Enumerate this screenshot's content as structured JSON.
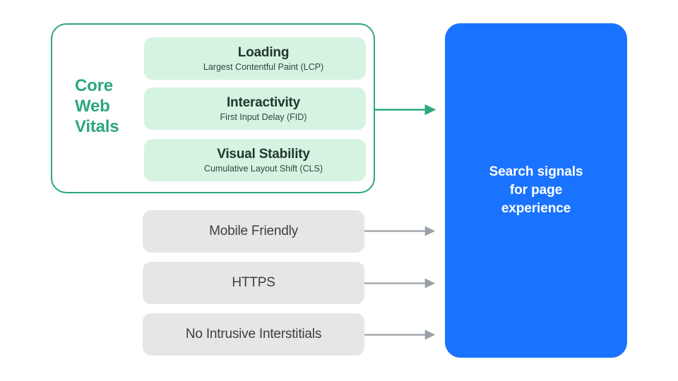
{
  "diagram": {
    "title": "Search signals for page experience",
    "colors": {
      "green_accent": "#2CA77E",
      "green_card_fill": "#D5F3E1",
      "grey_card_fill": "#E6E6E7",
      "blue_fill": "#1A73FF",
      "grey_arrow": "#9AA0A6",
      "dark_text": "#3C4043"
    }
  },
  "core_web_vitals": {
    "group_label": "Core\nWeb\nVitals",
    "cards": [
      {
        "title": "Loading",
        "subtitle": "Largest Contentful Paint (LCP)"
      },
      {
        "title": "Interactivity",
        "subtitle": "First Input Delay (FID)"
      },
      {
        "title": "Visual Stability",
        "subtitle": "Cumulative Layout Shift (CLS)"
      }
    ]
  },
  "other_signals": [
    {
      "label": "Mobile Friendly"
    },
    {
      "label": "HTTPS"
    },
    {
      "label": "No Intrusive Interstitials"
    }
  ],
  "destination": {
    "label": "Search signals\nfor page\nexperience"
  },
  "arrows": [
    {
      "name": "core-web-vitals-arrow",
      "color": "#2CA77E"
    },
    {
      "name": "mobile-friendly-arrow",
      "color": "#9AA0A6"
    },
    {
      "name": "https-arrow",
      "color": "#9AA0A6"
    },
    {
      "name": "no-intrusive-interstitials-arrow",
      "color": "#9AA0A6"
    }
  ]
}
